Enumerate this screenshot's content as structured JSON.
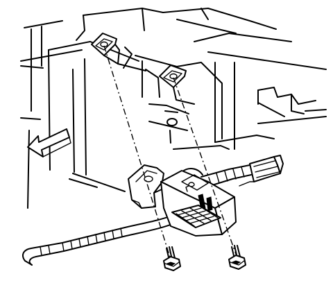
{
  "diagram": {
    "kind": "exploded-assembly-line-art",
    "colors": {
      "line": "#000000",
      "background": "#ffffff"
    },
    "parts": {
      "mounting_bracket": "bracket",
      "sensor_module": "module",
      "bolt_left": "bolt",
      "bolt_right": "bolt",
      "wire_harness": "harness",
      "connector": "connector",
      "direction_arrow": "arrow-left-icon"
    }
  }
}
